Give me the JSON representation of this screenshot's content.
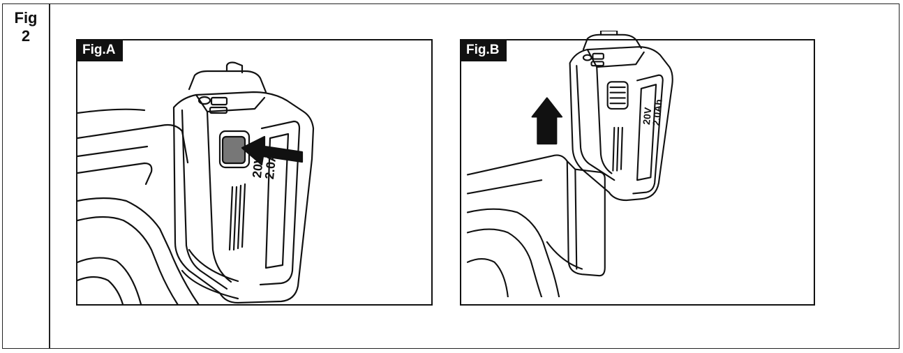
{
  "figure_label_line1": "Fig",
  "figure_label_line2": "2",
  "panels": [
    {
      "tag": "Fig.A",
      "battery_voltage": "20V",
      "battery_capacity": "2.0A"
    },
    {
      "tag": "Fig.B",
      "battery_voltage": "20V",
      "battery_capacity": "2.0Ah"
    }
  ]
}
